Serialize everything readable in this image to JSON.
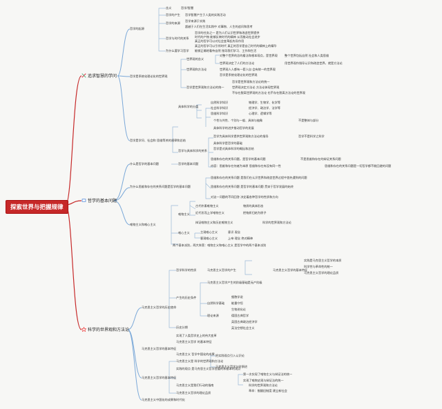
{
  "root": "探索世界与把握规律",
  "branches": [
    {
      "label": "追求智慧的学问",
      "icon": "pencil-ruler-icon"
    },
    {
      "label": "哲学的基本问题",
      "icon": "book-icon"
    },
    {
      "label": "科学的世界观和方法论",
      "icon": "star-icon"
    }
  ],
  "b1": {
    "n1": "哲学的起源",
    "n1a": "含义",
    "n1a1": "哲学/智慧",
    "n1b": "哲学的产生",
    "n1b1": "哲学智慧产生于人类的实践活动",
    "n1c": "哲学的来源",
    "n1c1": "哲学来源于实践",
    "n1c2": "超越于人们在生活实践中 对事物、人生的追问和思考",
    "n1d": "哲学与时代的关系",
    "n1d1": "哲学的任务之一 是为人们认识世界和改造世界提供",
    "n1d1b": "时代的产物 能够反映时代的精神 从而推动社会进步",
    "n1d2": "真正的哲学可以对社会变革起先导作用",
    "n1d3": "真正的哲学可以引领时代 真正的哲学是自己时代的精神上的精华",
    "n1e": "为什么要学习哲学",
    "n1e1": "能够正确地看待自然 指导我们学习、工作和生活",
    "n2": "哲学是系统化理论化的世界观",
    "n2a": "世界观的含义",
    "n2a1": "对整个世界的总的看法和根本观点，是世界观",
    "n2a1r": "整个世界包括自然 社会和人类思维",
    "n2a2": "世界观决定了人们的方法论",
    "n2a2r": "用世界观作指导认识和改造世界，就是方法论",
    "n2b": "世界观和方法论",
    "n2b1": "世界观人人都有一套人自 会有统一的世界观",
    "n2b2": "哲学是系统化理论化的世界观",
    "n2c": "哲学是世界观和方法论的统一",
    "n2c1": "哲学是世界观和方法论的统一",
    "n2c2": "世界观决定方法论 方法论体现世界观",
    "n2c3": "不存在脱离世界观的方法论 也不存在脱离方法论的世界观",
    "n3": "哲学是学问、社会和 思维等关的规律和总结",
    "n3a": "具体科学的分类",
    "n3a1": "自然科学知识",
    "n3a1r": "物理学、生物学、化学等",
    "n3a2": "社会科学知识",
    "n3a2r": "经济学、政治学、法学等",
    "n3a3": "思维科学知识",
    "n3a3r": "心理学、逻辑学等",
    "n3b": "哲学与具体科学的关系",
    "n3b1": "个性与共性、个别与一般、具体与抽象",
    "n3b1r": "不是整体与部分",
    "n3b2": "具体科学的进步推动哲学的发展",
    "n3b3": "哲学为具体科学提供世界观和方法论的指导",
    "n3b3r": "哲学不是科学之科学",
    "n3b4": "具体科学是哲学的基础",
    "n3b5": "哲学是对具体科学的概括和总结"
  },
  "b2": {
    "m1": "什么是哲学的基本问题",
    "m1a": "哲学的基本问题",
    "m1a1": "思维和存在的关系问题，是哲学的基本问题",
    "m1a1r": "不是思维和存在的辩证关系问题",
    "m1a2": "内容：思维和存在何者为本原 思维和存在有没有同一性",
    "m1a2r": "思维和存在的关系问题是一切哲学都不能回避的问题",
    "m2": "为什么思维和存在的关系问题是哲学的基本问题",
    "m2a": "思维和存在的关系问题 是我们在认识世界和改造世界过程中首先遇到的问题",
    "m2b": "思维和存在的关系问题 是哲学的基本问题 贯穿于哲学发展的始终",
    "m2c": "对这一问题的不同回答 决定着各种哲学的性质和方向",
    "m3": "唯物主义和唯心主义",
    "m3a": "唯物主义",
    "m3a1": "古代朴素唯物主义",
    "m3a1r": "物质的具体形态",
    "m3a2": "近代形而上学唯物主义",
    "m3a2r": "把物质归结为原子",
    "m3a3": "辩证唯物主义和历史唯物主义",
    "m3a3r": "科学的世界观和方法论",
    "m3b": "唯心主义",
    "m3b1": "主观唯心主义",
    "m3b1r": "意识 观念",
    "m3b2": "客观唯心主义",
    "m3b2r": "上帝 理念 绝对精神",
    "m3c": "两个基本派别，两大阵营：唯物主义和唯心主义 是哲学中的两个基本派别"
  },
  "b3": {
    "k1": "马克思主义哲学的历史使命",
    "k1a": "哲学科学的性质",
    "k1a1": "马克思主义哲学的产生",
    "k1a1r": "马克思主义哲学的基本特征",
    "k1a1a": "实践是马克思主义哲学的本质",
    "k1a1b": "科学性与革命性的统一",
    "k1a1c": "马克思主义哲学的理论品质",
    "k1b": "产生的历史条件",
    "k1b1": "马克思主义哲学产生的阶级基础是无产阶级",
    "k1b2": "自然科学基础",
    "k1b3": "理论来源",
    "k1b2a": "细胞学说",
    "k1b2b": "能量守恒",
    "k1b2c": "生物进化论",
    "k1b3a": "德国古典哲学",
    "k1b3b": "英国古典政治经济学",
    "k1b3c": "英法空想社会主义",
    "k1c": "历史分期",
    "k1c1": "实现了人类哲学史上的伟大变革",
    "k1c2": "马克思主义哲学 的基本特征",
    "k2": "马克思主义哲学的基本特征",
    "k2a": "马克思主义 哲学中国化的成果",
    "k2b": "把实践观点引入认识论",
    "k2c": "马克思主义哲学与时俱进",
    "k2d": "马克思主义是 科学的世界观和方法论",
    "k3": "马克思主义哲学的基本特征",
    "k3a": "实践的观点 是马克思主义哲学首要的和基本的观点",
    "k3a1": "第一次实现了唯物主义与辩证法的统一",
    "k3a2": "实现了唯物史观与辩证法的统一",
    "k3b": "马克思主义是我们行动的指南",
    "k3b1": "科学的世界观和方法论",
    "k3b2": "革命：推翻旧制度 建立新社会",
    "k3c": "马克思主义哲学的理论品质",
    "k4": "马克思主义中国化的成果和时代化"
  }
}
